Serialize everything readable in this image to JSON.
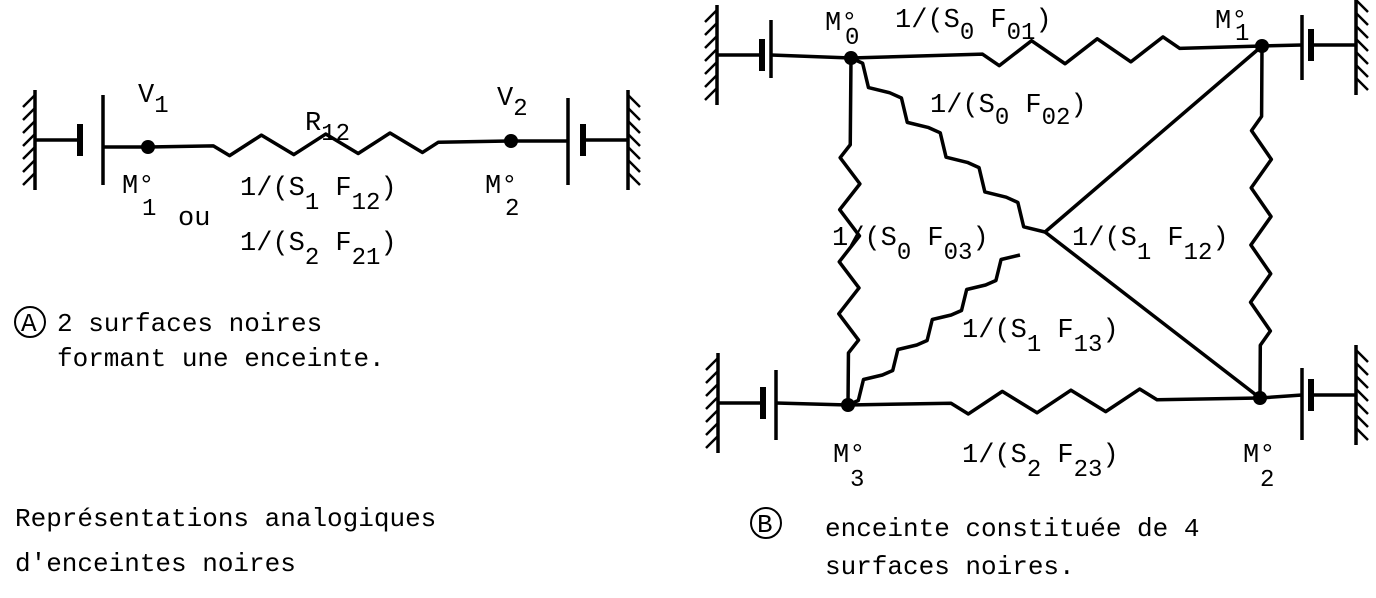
{
  "diagram_a": {
    "v1": {
      "main": "V",
      "sub": "1"
    },
    "v2": {
      "main": "V",
      "sub": "2"
    },
    "r12": {
      "main": "R",
      "sub": "12"
    },
    "m1": {
      "main": "M°",
      "sub": "1"
    },
    "m2": {
      "main": "M°",
      "sub": "2"
    },
    "ou": "ou",
    "label_s1f12": {
      "a": "1/(S",
      "s": "1",
      "b": " F",
      "f": "12",
      "c": ")"
    },
    "label_s2f21": {
      "a": "1/(S",
      "s": "2",
      "b": " F",
      "f": "21",
      "c": ")"
    },
    "badge": "A",
    "caption_line1": "2 surfaces noires",
    "caption_line2": "formant une enceinte."
  },
  "title_line1": "Représentations analogiques",
  "title_line2": "d'enceintes noires",
  "diagram_b": {
    "m0": {
      "main": "M°",
      "sub": "0"
    },
    "m1": {
      "main": "M°",
      "sub": "1"
    },
    "m2": {
      "main": "M°",
      "sub": "2"
    },
    "m3": {
      "main": "M°",
      "sub": "3"
    },
    "f01": {
      "a": "1/(S",
      "s": "0",
      "b": " F",
      "f": "01",
      "c": ")"
    },
    "f02": {
      "a": "1/(S",
      "s": "0",
      "b": " F",
      "f": "02",
      "c": ")"
    },
    "f03": {
      "a": "1/(S",
      "s": "0",
      "b": " F",
      "f": "03",
      "c": ")"
    },
    "f12": {
      "a": "1/(S",
      "s": "1",
      "b": " F",
      "f": "12",
      "c": ")"
    },
    "f13": {
      "a": "1/(S",
      "s": "1",
      "b": " F",
      "f": "13",
      "c": ")"
    },
    "f23": {
      "a": "1/(S",
      "s": "2",
      "b": " F",
      "f": "23",
      "c": ")"
    },
    "badge": "B",
    "caption_line1": "enceinte constituée de 4",
    "caption_line2": "surfaces noires."
  }
}
